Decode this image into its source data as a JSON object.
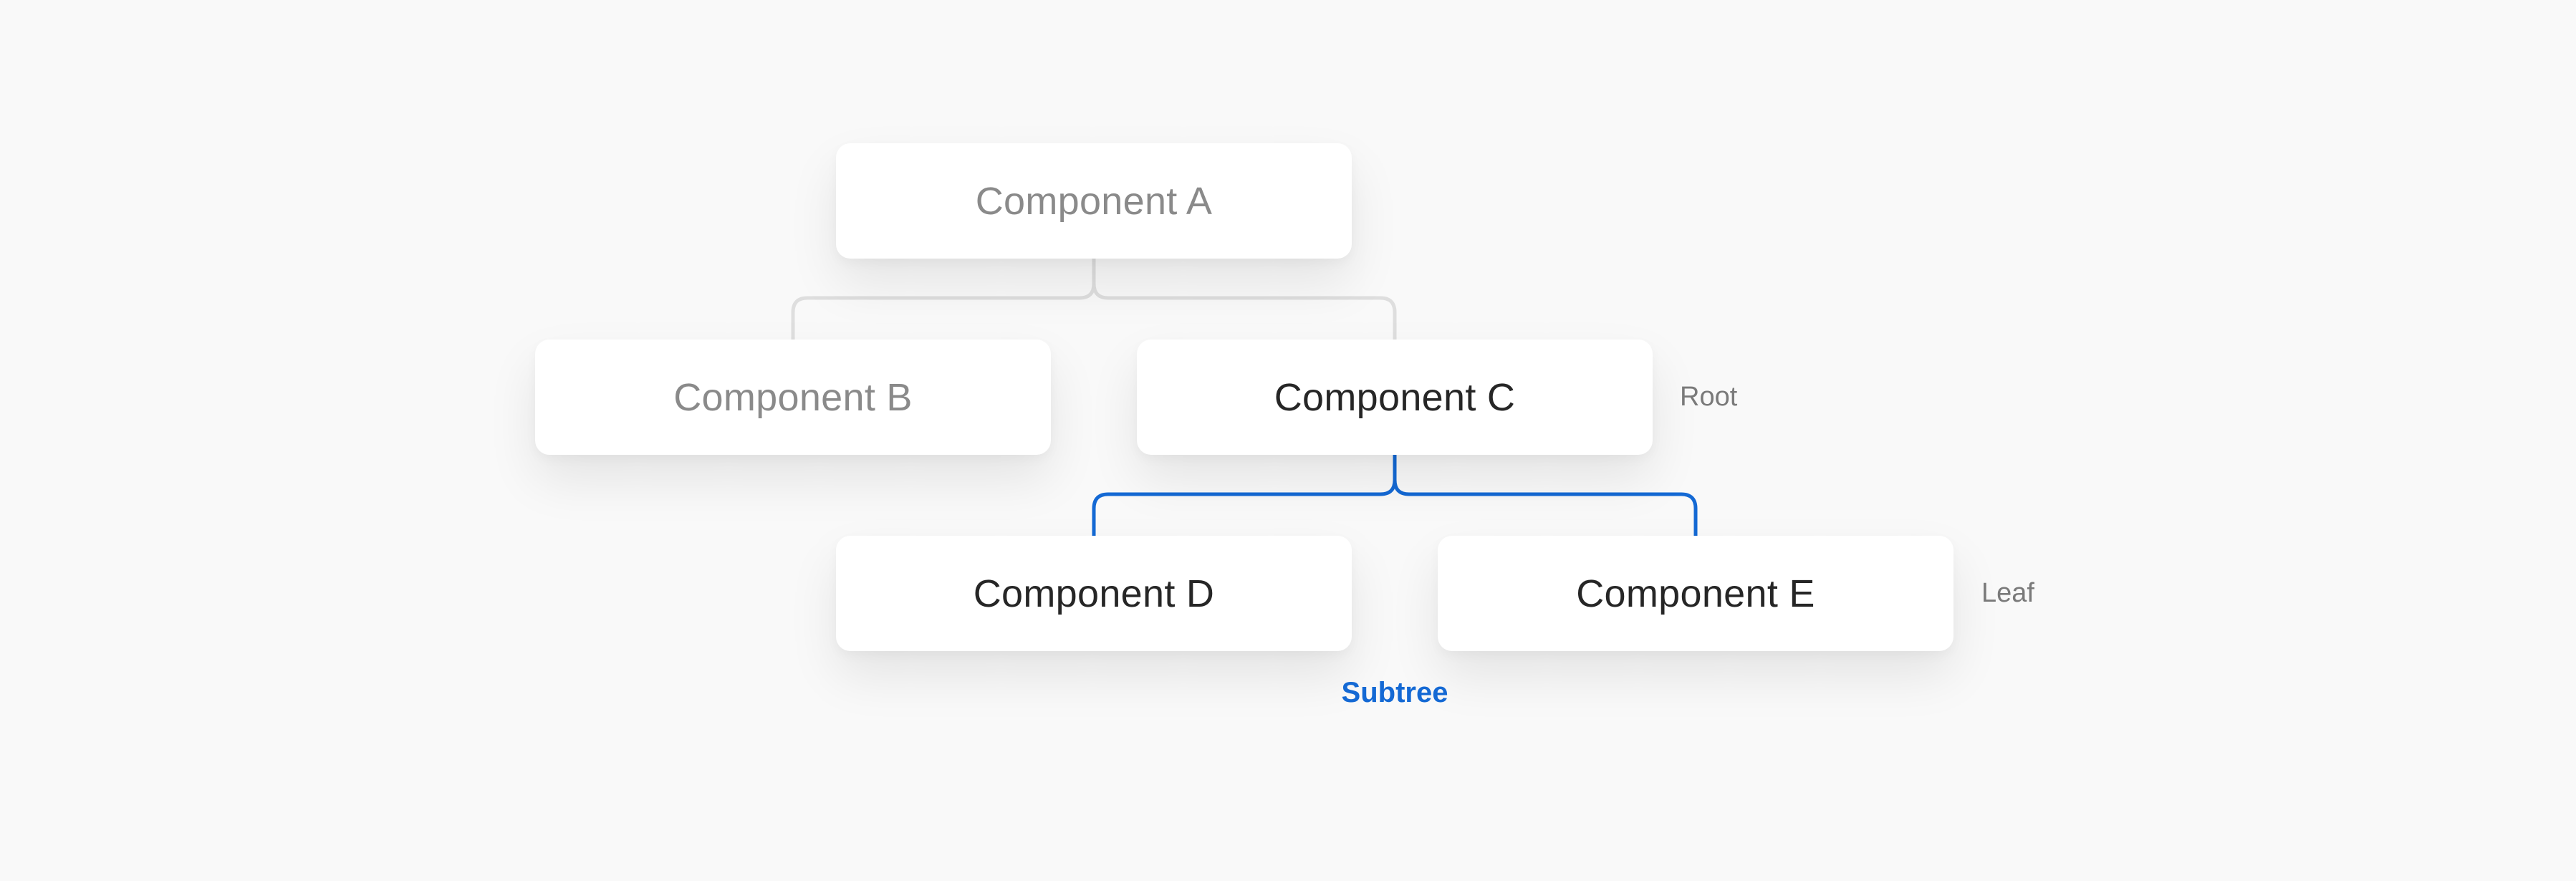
{
  "diagram": {
    "nodes": {
      "a": {
        "label": "Component A"
      },
      "b": {
        "label": "Component B"
      },
      "c": {
        "label": "Component C"
      },
      "d": {
        "label": "Component D"
      },
      "e": {
        "label": "Component E"
      }
    },
    "annotations": {
      "root": "Root",
      "leaf": "Leaf",
      "subtree": "Subtree"
    },
    "colors": {
      "background": "#f9f9f9",
      "node_fill": "#ffffff",
      "dim_text": "#8a8a8a",
      "active_text": "#262626",
      "dim_connector": "#dedede",
      "highlight": "#1469d4",
      "annotation_text": "#7a7a7a"
    }
  }
}
